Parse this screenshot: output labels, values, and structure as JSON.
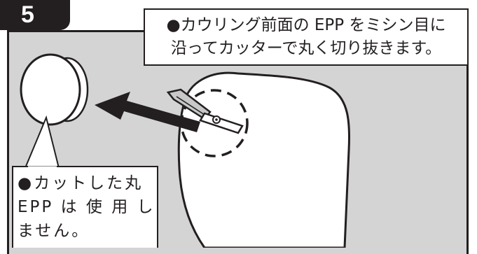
{
  "step": {
    "number": "5"
  },
  "instruction": {
    "text": "●カウリング前面の EPP をミシン目に\n沿ってカッターで丸く切り抜きます。"
  },
  "callout": {
    "text": "●カットした丸\nEPP は 使 用 し\nません。"
  },
  "colors": {
    "ink": "#231f20",
    "background": "#d4d4d4",
    "paper": "#ffffff"
  },
  "icons": [
    "removed-disc",
    "arrow-left",
    "cowling-body",
    "dashed-cut-circle",
    "cutter-knife"
  ]
}
